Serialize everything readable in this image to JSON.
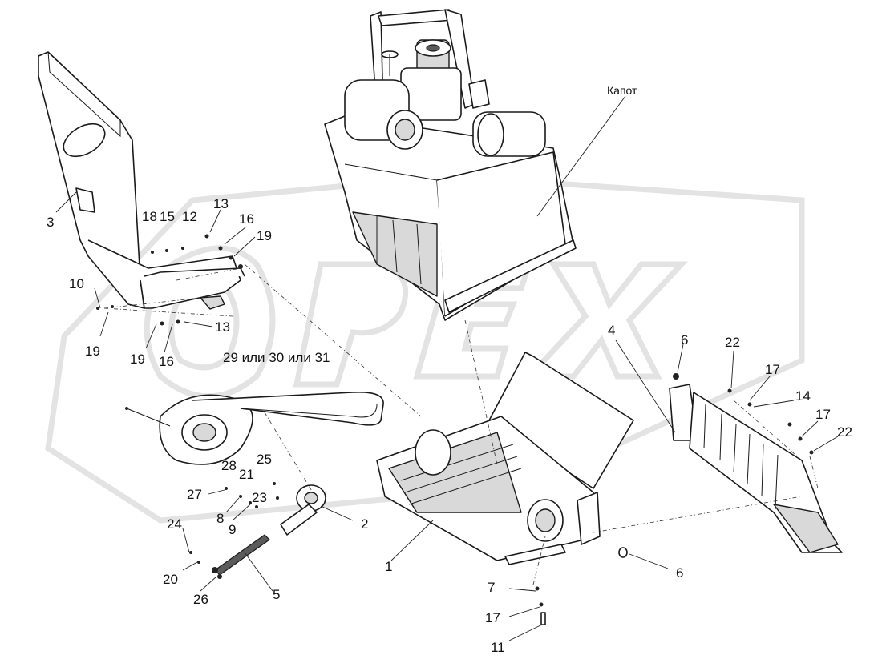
{
  "watermark": "OPEX",
  "labels": {
    "kapot": "Капот",
    "belt_options": "29 или 30 или 31",
    "p1": "1",
    "p2": "2",
    "p3": "3",
    "p4": "4",
    "p5": "5",
    "p6a": "6",
    "p6b": "6",
    "p7": "7",
    "p8": "8",
    "p9": "9",
    "p10": "10",
    "p11": "11",
    "p12": "12",
    "p13a": "13",
    "p13b": "13",
    "p14": "14",
    "p15": "15",
    "p16a": "16",
    "p16b": "16",
    "p17a": "17",
    "p17b": "17",
    "p17c": "17",
    "p18": "18",
    "p19a": "19",
    "p19b": "19",
    "p19c": "19",
    "p20": "20",
    "p21": "21",
    "p22a": "22",
    "p22b": "22",
    "p23": "23",
    "p24": "24",
    "p25": "25",
    "p26": "26",
    "p27": "27",
    "p28": "28"
  }
}
